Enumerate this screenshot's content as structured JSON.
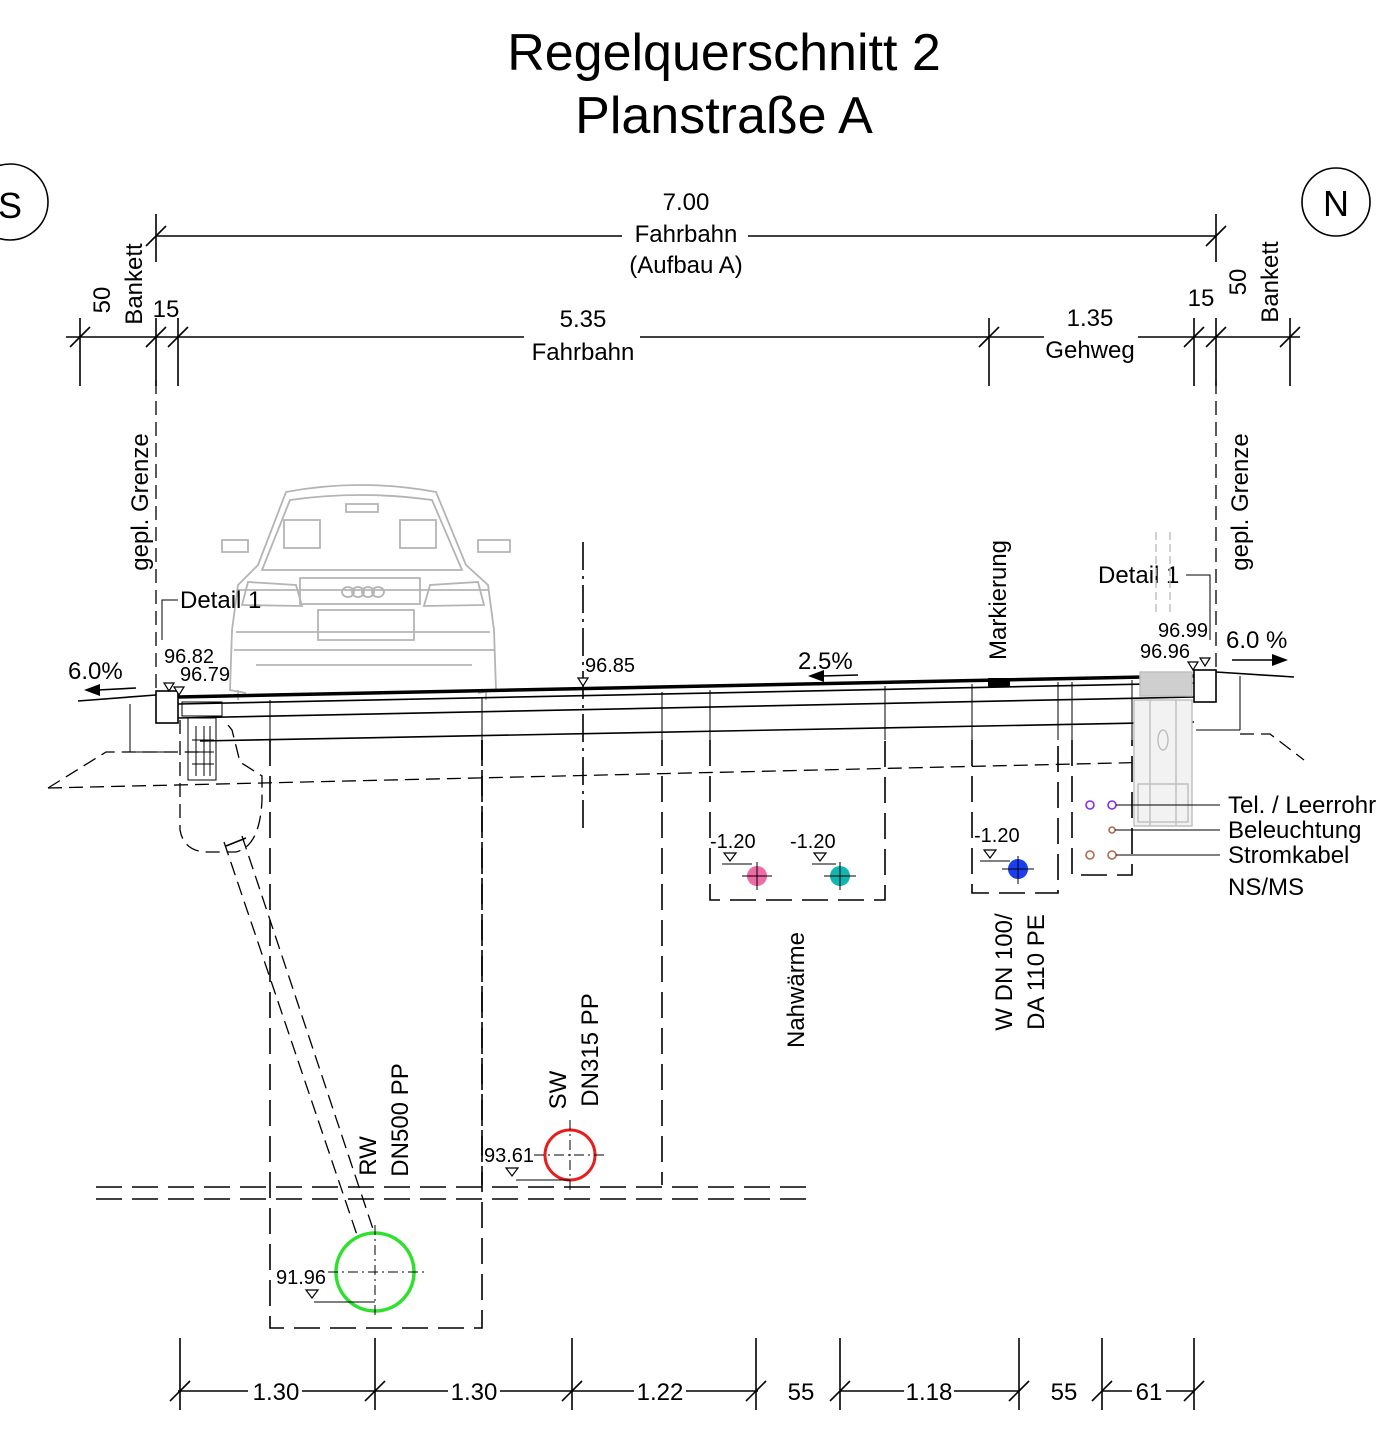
{
  "title": {
    "line1": "Regelquerschnitt 2",
    "line2": "Planstraße A"
  },
  "orientation": {
    "left": "S",
    "right": "N"
  },
  "top_dimension": {
    "value": "7.00",
    "label": "Fahrbahn",
    "sublabel": "(Aufbau A)"
  },
  "upper_dimensions": {
    "bankett_left_value": "50",
    "bankett_left_label": "Bankett",
    "curb_left": "15",
    "fahrbahn_value": "5.35",
    "fahrbahn_label": "Fahrbahn",
    "gehweg_value": "1.35",
    "gehweg_label": "Gehweg",
    "curb_right": "15",
    "bankett_right_value": "50",
    "bankett_right_label": "Bankett"
  },
  "boundary": {
    "left": "gepl. Grenze",
    "right": "gepl. Grenze"
  },
  "details": {
    "left": "Detail 1",
    "right": "Detail 1"
  },
  "slopes": {
    "left": "6.0%",
    "road": "2.5%",
    "right": "6.0 %"
  },
  "elevations": {
    "left_curb_top": "96.82",
    "left_gutter": "96.79",
    "centerline": "96.85",
    "right_curb_top": "96.99",
    "right_gutter": "96.96",
    "sw_invert": "93.61",
    "rw_invert": "91.96"
  },
  "marking_label": "Markierung",
  "depths": {
    "nahwaerme_1": "-1.20",
    "nahwaerme_2": "-1.20",
    "water": "-1.20"
  },
  "utilities": {
    "nahwaerme": "Nahwärme",
    "water_line1": "W DN 100/",
    "water_line2": "DA 110 PE",
    "sw_line1": "SW",
    "sw_line2": "DN315 PP",
    "rw_line1": "RW",
    "rw_line2": "DN500 PP",
    "tel": "Tel. / Leerrohr",
    "beleuchtung": "Beleuchtung",
    "strom": "Stromkabel",
    "strom2": "NS/MS"
  },
  "utility_colors": {
    "nahwaerme_supply": "#f06aa6",
    "nahwaerme_return": "#12b5b0",
    "water": "#1b3ff0",
    "sw_pipe": "#e81e1e",
    "rw_pipe": "#2fe02f",
    "tel_conduit": "#8a2be2",
    "cable": "#b06a4a"
  },
  "bottom_dimensions": [
    "1.30",
    "1.30",
    "1.22",
    "55",
    "1.18",
    "55",
    "61"
  ]
}
